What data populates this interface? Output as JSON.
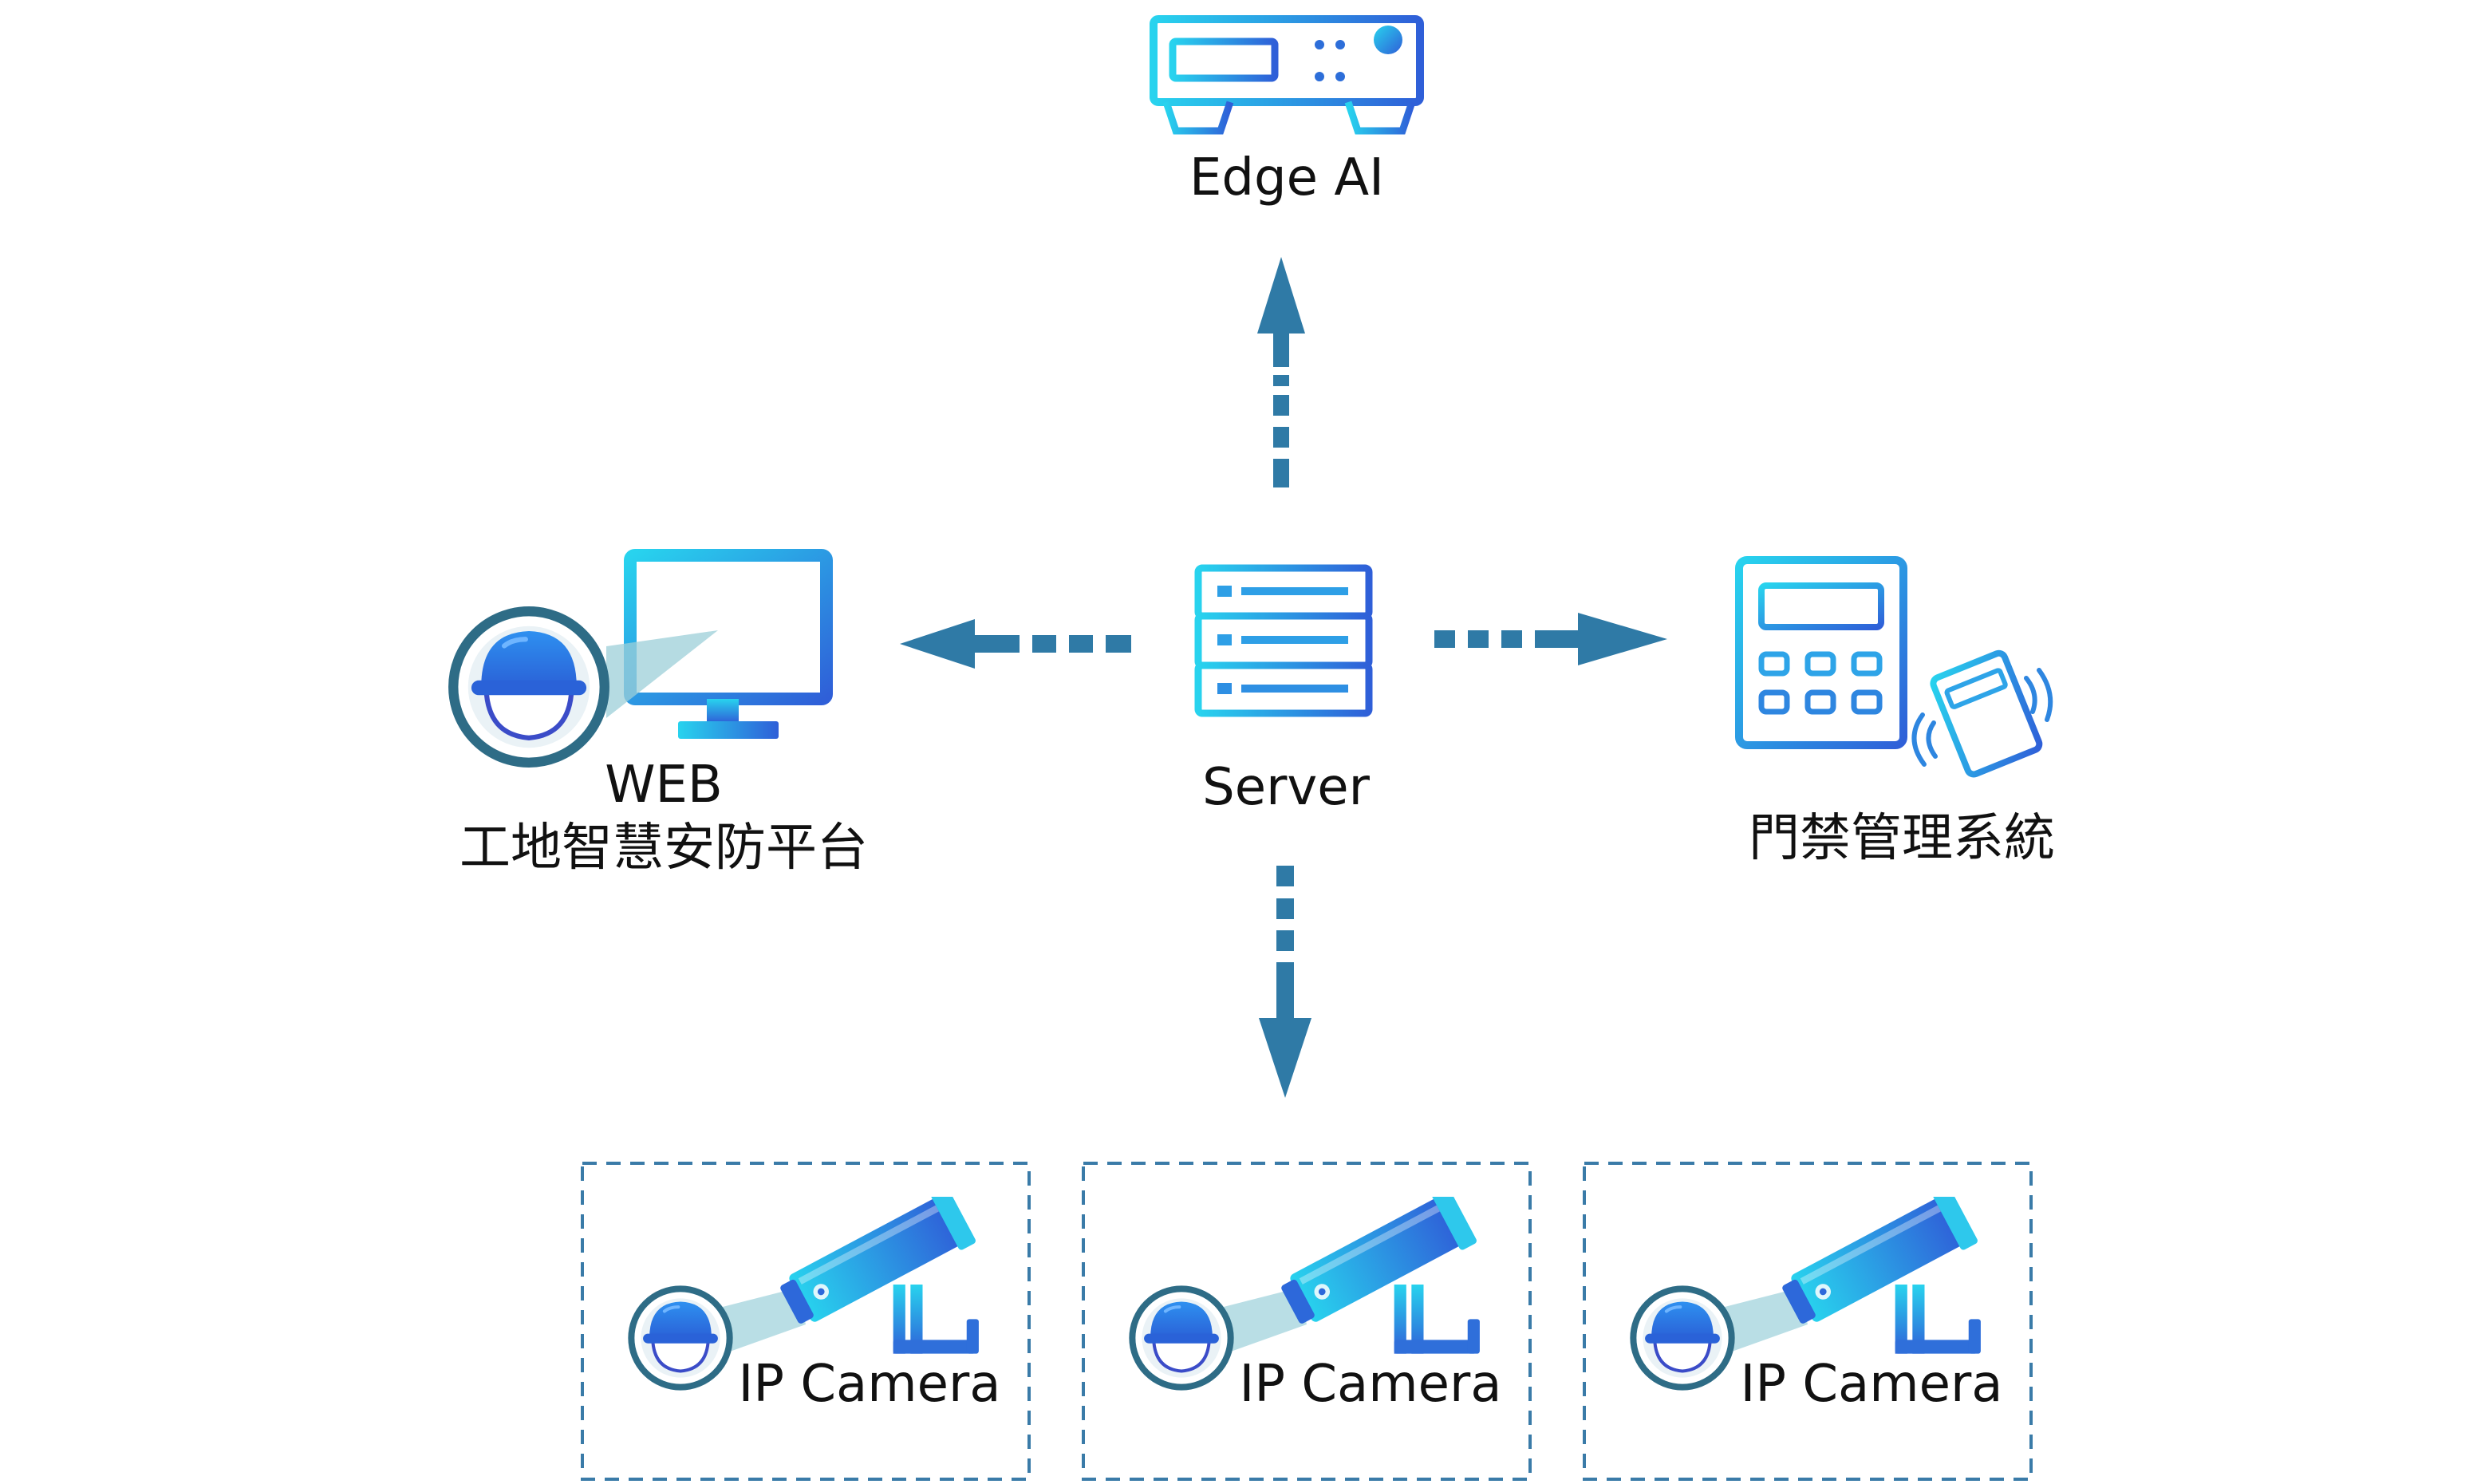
{
  "nodes": {
    "edge_ai": {
      "label": "Edge AI"
    },
    "server": {
      "label": "Server"
    },
    "web": {
      "label_line1": "WEB",
      "label_line2": "工地智慧安防平台"
    },
    "access": {
      "label": "門禁管理系統"
    },
    "cameras": [
      {
        "label": "IP Camera"
      },
      {
        "label": "IP Camera"
      },
      {
        "label": "IP Camera"
      }
    ]
  },
  "colors": {
    "arrow": "#2F7AA6",
    "gradient_start": "#28D3EE",
    "gradient_end": "#2F5FD8",
    "ring": "#2E6C86",
    "helmet": "#2D7BE3",
    "dashed_border": "#3A7BA8"
  },
  "icons": {
    "edge_ai": "edge-ai-device-icon",
    "server": "server-rack-icon",
    "web": "monitor-helmet-icon",
    "access": "keypad-card-icon",
    "camera": "cctv-camera-icon"
  }
}
